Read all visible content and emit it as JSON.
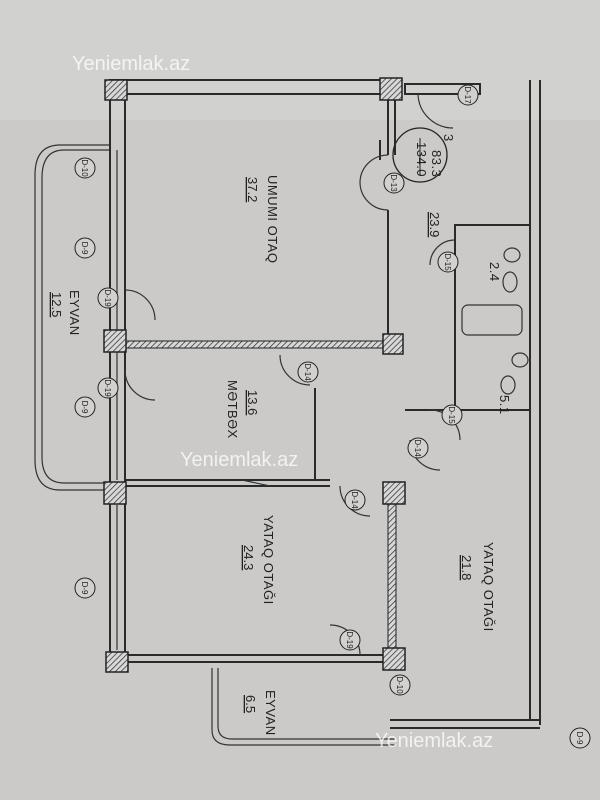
{
  "watermarks": [
    "Yeniemlak.az",
    "Yeniemlak.az",
    "Yeniemlak.az"
  ],
  "summary": {
    "rooms": "3",
    "living_area": "83.3",
    "total_area": "134.0"
  },
  "rooms": [
    {
      "name": "UMUMI OTAQ",
      "area": "37.2"
    },
    {
      "name": "MƏTBƏX",
      "area": "13.6"
    },
    {
      "name": "YATAQ OTAĞI",
      "area": "24.3"
    },
    {
      "name": "YATAQ OTAĞI",
      "area": "21.8"
    },
    {
      "name": "EYVAN",
      "area": "12.5"
    },
    {
      "name": "EYVAN",
      "area": "6.5"
    },
    {
      "name": "",
      "area": "23.9"
    },
    {
      "name": "",
      "area": "2.4"
    },
    {
      "name": "",
      "area": "5.1"
    }
  ],
  "door_tags": [
    "D-17",
    "D-13",
    "D-15",
    "D-10",
    "D-9",
    "D-19",
    "D-19",
    "D-9",
    "D-14",
    "D-15",
    "D-14",
    "D-14",
    "D-9",
    "D-19",
    "D-10",
    "D-9"
  ]
}
